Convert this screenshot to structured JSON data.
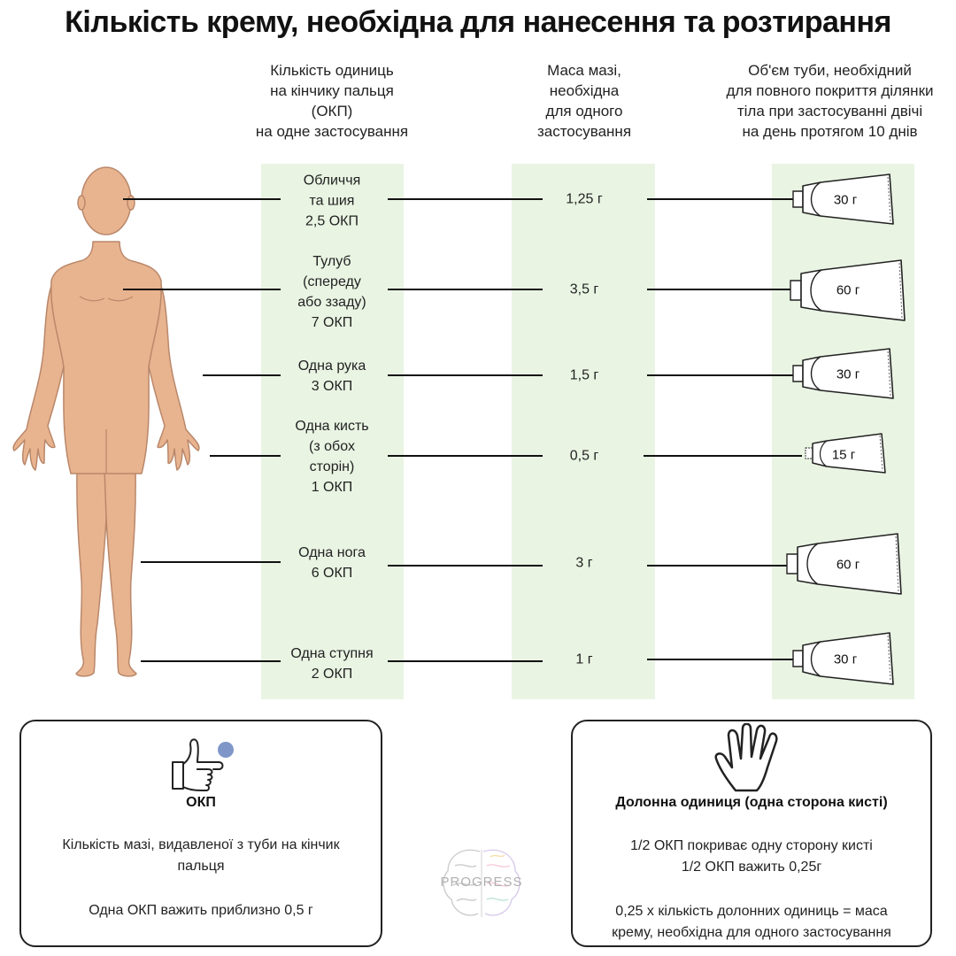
{
  "title": "Кількість крему, необхідна для нанесення та розтирання",
  "columns": {
    "units": [
      "Кількість одиниць",
      "на кінчику пальця",
      "(ОКП)",
      "на одне застосування"
    ],
    "mass": [
      "Маса мазі,",
      "необхідна",
      "для одного",
      "застосування"
    ],
    "volume": [
      "Об'єм туби, необхідний",
      "для повного покриття ділянки",
      "тіла при  застосуванні двічі",
      "на день протягом 10 днів"
    ]
  },
  "rows": [
    {
      "area": [
        "Обличчя",
        "та шия",
        "2,5 ОКП"
      ],
      "mass": "1,25 г",
      "tube": "30 г"
    },
    {
      "area": [
        "Тулуб",
        "(спереду",
        "або ззаду)",
        "7 ОКП"
      ],
      "mass": "3,5 г",
      "tube": "60 г"
    },
    {
      "area": [
        "Одна рука",
        "3 ОКП"
      ],
      "mass": "1,5 г",
      "tube": "30 г"
    },
    {
      "area": [
        "Одна кисть",
        "(з обох",
        "сторін)",
        "1 ОКП"
      ],
      "mass": "0,5 г",
      "tube": "15 г"
    },
    {
      "area": [
        "Одна нога",
        "6 ОКП"
      ],
      "mass": "3 г",
      "tube": "60 г"
    },
    {
      "area": [
        "Одна ступня",
        "2 ОКП"
      ],
      "mass": "1 г",
      "tube": "30 г"
    }
  ],
  "fingertip_card": {
    "heading": "ОКП",
    "description": [
      "Кількість мазі, видавленої з туби на кінчик",
      "пальця"
    ],
    "weight": "Одна ОКП важить приблизно 0,5 г",
    "icon": "fingertip-hand-icon"
  },
  "palm_card": {
    "heading": "Долонна одиниця (одна сторона кисті)",
    "coverage": [
      "1/2 ОКП покриває одну сторону кисті",
      "1/2 ОКП важить 0,25г"
    ],
    "formula": [
      "0,25 x кількість долонних одиниць = маса",
      "крему, необхідна для одного застосування"
    ],
    "icon": "open-palm-icon"
  },
  "logo": "PROGRESS",
  "colors": {
    "band": "#e9f4e3",
    "skin": "#e8b48f",
    "skin_outline": "#b9876a",
    "fingertip_dot": "#7f97c8"
  }
}
